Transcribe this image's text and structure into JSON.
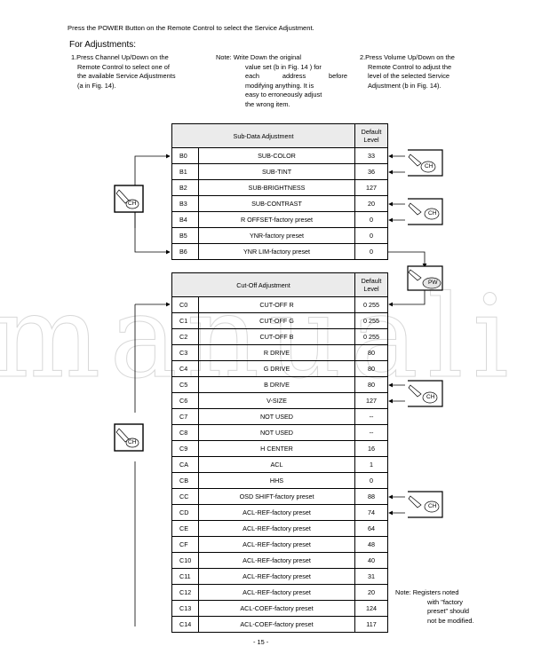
{
  "intro": "Press the POWER Button on the Remote Control to select the Service Adjustment.",
  "heading": "For Adjustments:",
  "step1": {
    "line1": "1.Press Channel Up/Down on the",
    "line2": "Remote Control to select one of",
    "line3": "the available Service Adjustments",
    "line4": "(a in Fig. 14)."
  },
  "note1": {
    "line1": "Note: Write Down the original",
    "line2": "value set (b in Fig. 14 ) for",
    "line3a": "each",
    "line3b": "address",
    "line3c": "before",
    "line4": "modifying anything. It is",
    "line5": "easy to erroneously adjust",
    "line6": "the wrong item."
  },
  "step2": {
    "line1": "2.Press Volume Up/Down on the",
    "line2": "Remote Control to adjust the",
    "line3": "level of the selected Service",
    "line4": "Adjustment (b in Fig. 14)."
  },
  "table1": {
    "title": "Sub-Data Adjustment",
    "level_header_1": "Default",
    "level_header_2": "Level",
    "rows": [
      {
        "code": "B0",
        "name": "SUB-COLOR",
        "level": "33"
      },
      {
        "code": "B1",
        "name": "SUB-TINT",
        "level": "36"
      },
      {
        "code": "B2",
        "name": "SUB-BRIGHTNESS",
        "level": "127"
      },
      {
        "code": "B3",
        "name": "SUB-CONTRAST",
        "level": "20"
      },
      {
        "code": "B4",
        "name": "R OFFSET-factory preset",
        "level": "0"
      },
      {
        "code": "B5",
        "name": "YNR-factory preset",
        "level": "0"
      },
      {
        "code": "B6",
        "name": "YNR LIM-factory preset",
        "level": "0"
      }
    ]
  },
  "table2": {
    "title": "Cut-Off Adjustment",
    "level_header_1": "Default",
    "level_header_2": "Level",
    "rows": [
      {
        "code": "C0",
        "name": "CUT-OFF R",
        "level": "0 255"
      },
      {
        "code": "C1",
        "name": "CUT-OFF G",
        "level": "0 255"
      },
      {
        "code": "C2",
        "name": "CUT-OFF B",
        "level": "0 255"
      },
      {
        "code": "C3",
        "name": "R DRIVE",
        "level": "80"
      },
      {
        "code": "C4",
        "name": "G DRIVE",
        "level": "80"
      },
      {
        "code": "C5",
        "name": "B DRIVE",
        "level": "80"
      },
      {
        "code": "C6",
        "name": "V-SIZE",
        "level": "127"
      },
      {
        "code": "C7",
        "name": "NOT USED",
        "level": "--"
      },
      {
        "code": "C8",
        "name": "NOT USED",
        "level": "--"
      },
      {
        "code": "C9",
        "name": "H CENTER",
        "level": "16"
      },
      {
        "code": "CA",
        "name": "ACL",
        "level": "1"
      },
      {
        "code": "CB",
        "name": "HHS",
        "level": "0"
      },
      {
        "code": "CC",
        "name": "OSD SHIFT-factory preset",
        "level": "88"
      },
      {
        "code": "CD",
        "name": "ACL-REF-factory preset",
        "level": "74"
      },
      {
        "code": "CE",
        "name": "ACL-REF-factory preset",
        "level": "64"
      },
      {
        "code": "CF",
        "name": "ACL-REF-factory preset",
        "level": "48"
      },
      {
        "code": "C10",
        "name": "ACL-REF-factory preset",
        "level": "40"
      },
      {
        "code": "C11",
        "name": "ACL-REF-factory preset",
        "level": "31"
      },
      {
        "code": "C12",
        "name": "ACL-REF-factory preset",
        "level": "20"
      },
      {
        "code": "C13",
        "name": "ACL-COEF-factory preset",
        "level": "124"
      },
      {
        "code": "C14",
        "name": "ACL-COEF-factory preset",
        "level": "117"
      }
    ]
  },
  "remote_labels": {
    "ch": "CH",
    "pw": "PW"
  },
  "note2": {
    "line1": "Note: Registers noted",
    "line2": "with \"factory",
    "line3": "preset\" should",
    "line4": "not be modified."
  },
  "page_number": "- 15 -",
  "watermark": "manuali"
}
